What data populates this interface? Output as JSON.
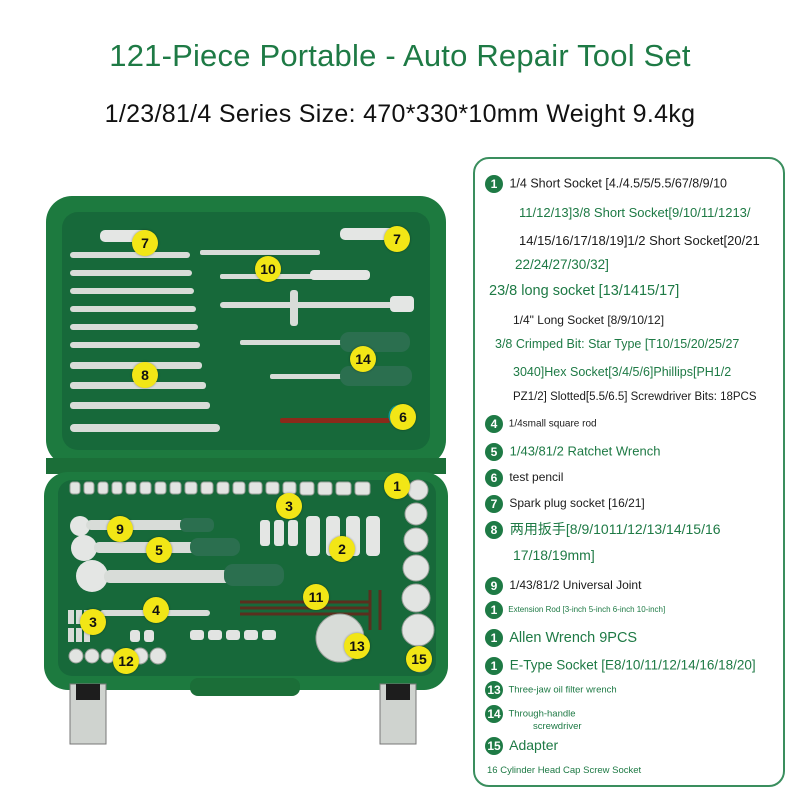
{
  "header": {
    "title": "121-Piece Portable - Auto Repair Tool Set",
    "subtitle": "1/23/81/4 Series Size: 470*330*10mm Weight 9.4kg"
  },
  "case": {
    "colors": {
      "case_green": "#1d7a3f",
      "tray_green": "#17693a",
      "badge_yellow": "#f2e616"
    },
    "badges": [
      "7",
      "7",
      "10",
      "8",
      "14",
      "6",
      "1",
      "3",
      "9",
      "2",
      "5",
      "4",
      "11",
      "3",
      "13",
      "12",
      "15"
    ]
  },
  "list": {
    "badge_color": "#1e7a45",
    "items": [
      {
        "num": "1",
        "lines": [
          "1/4 Short Socket [4./4.5/5/5.5/67/8/9/10",
          "11/12/13]3/8 Short Socket[9/10/11/1213/",
          "14/15/16/17/18/19]1/2 Short Socket[20/21",
          "22/24/27/30/32]"
        ]
      },
      {
        "num": "",
        "lines": [
          "23/8 long socket [13/1415/17]"
        ]
      },
      {
        "num": "",
        "lines": [
          "1/4\" Long Socket [8/9/10/12]"
        ]
      },
      {
        "num": "",
        "lines": [
          "3/8 Crimped Bit: Star Type [T10/15/20/25/27",
          "3040]Hex Socket[3/4/5/6]Phillips[PH1/2",
          "PZ1/2] Slotted[5.5/6.5] Screwdriver Bits: 18PCS"
        ]
      },
      {
        "num": "4",
        "lines": [
          "1/4small square rod"
        ]
      },
      {
        "num": "5",
        "lines": [
          "1/43/81/2 Ratchet Wrench"
        ]
      },
      {
        "num": "6",
        "lines": [
          "test pencil"
        ]
      },
      {
        "num": "7",
        "lines": [
          "Spark plug socket [16/21]"
        ]
      },
      {
        "num": "8",
        "lines": [
          "两用扳手[8/9/1011/12/13/14/15/16",
          "17/18/19mm]"
        ]
      },
      {
        "num": "9",
        "lines": [
          "1/43/81/2 Universal Joint"
        ]
      },
      {
        "num": "1",
        "lines": [
          "Extension Rod [3-inch 5-inch 6-inch 10-inch]"
        ]
      },
      {
        "num": "1",
        "lines": [
          "Allen Wrench 9PCS"
        ]
      },
      {
        "num": "1",
        "lines": [
          "E-Type Socket [E8/10/11/12/14/16/18/20]"
        ]
      },
      {
        "num": "13",
        "lines": [
          "Three-jaw oil filter wrench"
        ]
      },
      {
        "num": "14",
        "lines": [
          "Through-handle",
          "screwdriver"
        ]
      },
      {
        "num": "15",
        "lines": [
          "Adapter"
        ]
      },
      {
        "num": "",
        "lines": [
          "16 Cylinder Head Cap Screw Socket"
        ]
      }
    ]
  }
}
